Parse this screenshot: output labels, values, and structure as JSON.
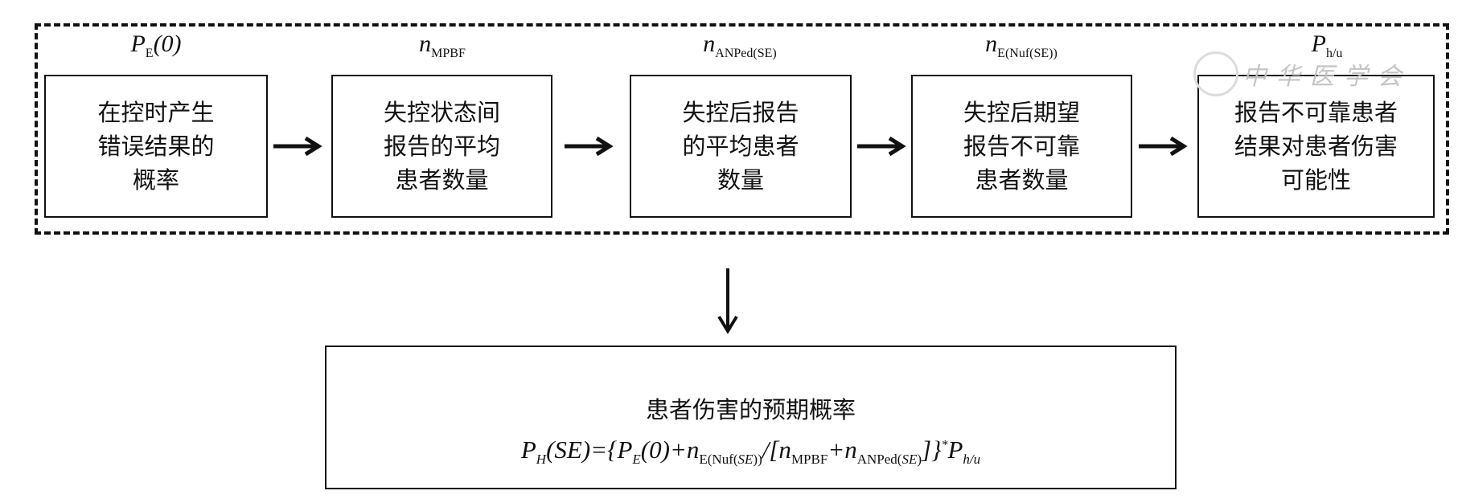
{
  "watermark": "中华医学会",
  "steps": [
    {
      "label_main": "P",
      "label_sub": "E",
      "label_tail": "(0)",
      "text": "在控时产生错误结果的概率"
    },
    {
      "label_main": "n",
      "label_sub": "MPBF",
      "label_tail": "",
      "text": "失控状态间报告的平均患者数量"
    },
    {
      "label_main": "n",
      "label_sub": "ANPed(SE)",
      "label_tail": "",
      "text": "失控后报告的平均患者数量"
    },
    {
      "label_main": "n",
      "label_sub": "E(Nuf(SE))",
      "label_tail": "",
      "text": "失控后期望报告不可靠患者数量"
    },
    {
      "label_main": "P",
      "label_sub": "h/u",
      "label_tail": "",
      "text": "报告不可靠患者结果对患者伤害可能性"
    }
  ],
  "result": {
    "title": "患者伤害的预期概率",
    "formula": "PH(SE)={PE(0)+nE(Nuf(SE))/[nMPBF+nANPed(SE)]}*Ph/u"
  }
}
